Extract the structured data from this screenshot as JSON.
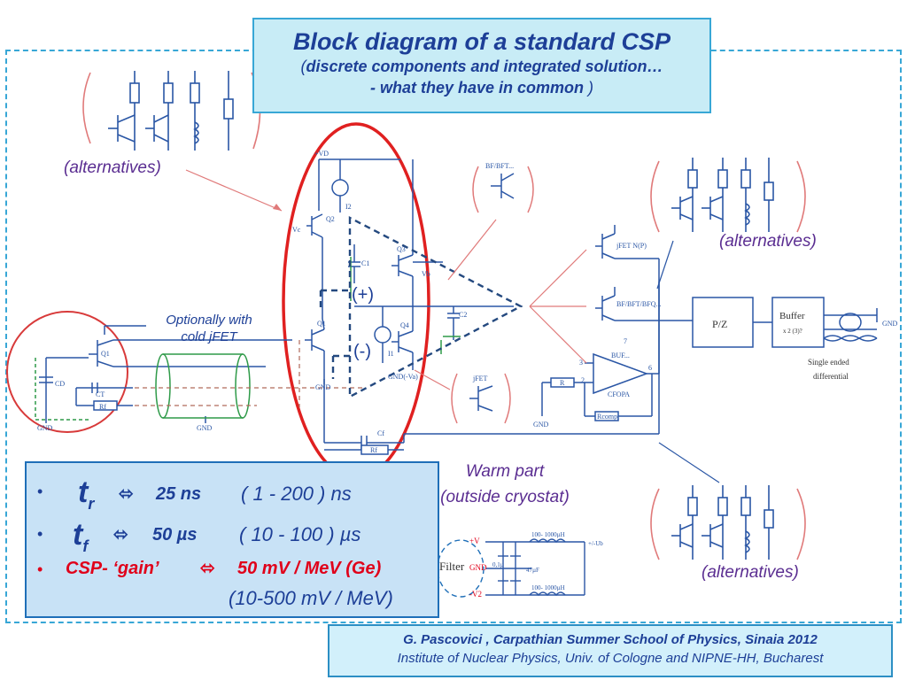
{
  "title": {
    "main": "Block diagram of a standard  CSP",
    "sub_line1_open": "(",
    "sub_line1": "discrete components and integrated solution…",
    "sub_line2": "- what they have in common ",
    "sub_line2_close": ")"
  },
  "labels": {
    "alternatives": "(alternatives)",
    "optionally": "Optionally with",
    "cold_jfet": "cold  jFET",
    "plus": "(+)",
    "minus": "(-)",
    "warm_line1": "Warm part",
    "warm_line2": "(outside cryostat)"
  },
  "circuit_text": {
    "vd": "+VD",
    "q1": "Q1",
    "q2": "Q2",
    "q3": "Q3",
    "q4": "Q4",
    "qin": "Q1",
    "vc": "Vc",
    "vb": "Vb",
    "c1": "C1",
    "c2": "C2",
    "i1": "I1",
    "i2": "I2",
    "gnd": "GND",
    "gnd_va": "GND(-Va)",
    "cd": "CD",
    "ct": "CT",
    "rf": "Rf",
    "cf": "Cf",
    "r": "R",
    "rcomp": "Rcomp",
    "cfopa": "CFOPA",
    "buf": "BUF...",
    "pz": "P/Z",
    "buffer": "Buffer",
    "buffer_sub": "x 2 (3)?",
    "single_ended": "Single ended",
    "differential": "differential",
    "jfet_np": "jFET N(P)",
    "bf_bft_bfq": "BF/BFT/BFQ...",
    "bf_bft": "BF/BFT...",
    "jfet": "jFET",
    "filter": "Filter",
    "filter_l1": "100- 1000µH",
    "filter_l2": "100- 1000µH",
    "filter_c1": "0,1µ",
    "filter_c2": "47µF",
    "filter_v1": "+V",
    "filter_v2": "-V2",
    "filter_gnd": "GND",
    "filter_out": "+/-Ub",
    "pin2": "2",
    "pin3": "3",
    "pin6": "6",
    "pin7": "7"
  },
  "specs": [
    {
      "bullet": "•",
      "symbol": "t",
      "sub": "r",
      "arrow": "⬄",
      "value": "25 ns",
      "range": "( 1 - 200 ) ns"
    },
    {
      "bullet": "•",
      "symbol": "t",
      "sub": "f",
      "arrow": "⬄",
      "value": "50 µs",
      "range": "( 10 - 100 ) µs"
    }
  ],
  "gain": {
    "bullet": "•",
    "label": "CSP- ‘gain’",
    "arrow": "⬄",
    "value": "50 mV / MeV  (Ge)",
    "range": "(10-500 mV / MeV)"
  },
  "credit": {
    "line1": "G. Pascovici , Carpathian Summer School of Physics, Sinaia  2012",
    "line2": "Institute of Nuclear Physics, Univ. of Cologne and NIPNE-HH, Bucharest"
  },
  "colors": {
    "title_text": "#1d3f97",
    "title_bg": "#c8ecf6",
    "frame": "#38a7d6",
    "alt_text": "#5a2d91",
    "gain_red": "#e0001a",
    "circuit_blue": "#2a56a5",
    "circuit_green": "#2e9a48",
    "highlight_red": "#d83a3a"
  }
}
